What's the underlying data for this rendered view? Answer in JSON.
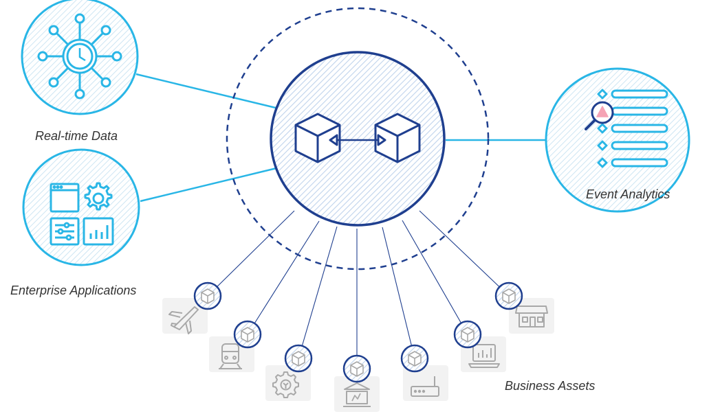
{
  "labels": {
    "realtime": "Real-time Data",
    "enterprise": "Enterprise Applications",
    "analytics": "Event Analytics",
    "assets": "Business Assets"
  },
  "colors": {
    "light_blue": "#29b6e6",
    "navy": "#1f3f8f",
    "hatch": "#bfd3ec",
    "asset_gray": "#a8a8a8",
    "asset_bg": "#f2f2f2",
    "highlight_pink": "#f5a3b5"
  },
  "icons": {
    "realtime": "clock-network-icon",
    "enterprise": "app-dashboard-icon",
    "analytics": "search-list-icon",
    "hub": "cube-exchange-icon",
    "node": "cube-icon",
    "assets": [
      "airplane-icon",
      "train-icon",
      "gear-icon",
      "bank-icon",
      "router-icon",
      "laptop-chart-icon",
      "storefront-icon"
    ]
  }
}
